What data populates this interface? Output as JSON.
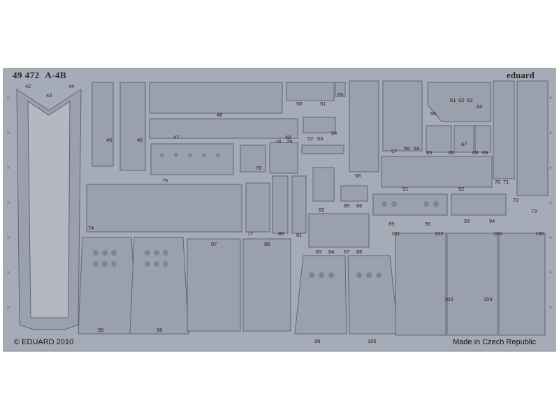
{
  "fret": {
    "set_number": "49 472",
    "model": "A-4B",
    "brand": "eduard",
    "copyright": "© EDUARD 2010",
    "origin": "Made in Czech Republic",
    "colors": {
      "fret": "#a6acb7",
      "etched": "#8f96a2",
      "border": "#5e6470",
      "background": "#ffffff"
    }
  },
  "part_numbers": [
    "42",
    "43",
    "44",
    "45",
    "46",
    "47",
    "48",
    "49",
    "50",
    "51",
    "52",
    "53",
    "54",
    "55",
    "56",
    "57",
    "58",
    "59",
    "60",
    "61",
    "62",
    "63",
    "64",
    "65",
    "66",
    "67",
    "68",
    "69",
    "70",
    "71",
    "72",
    "73",
    "74",
    "75",
    "76",
    "77",
    "78",
    "79",
    "80",
    "81",
    "82",
    "83",
    "84",
    "85",
    "86",
    "87",
    "88",
    "89",
    "90",
    "91",
    "92",
    "93",
    "94",
    "95",
    "96",
    "97",
    "98",
    "99",
    "100",
    "101",
    "102",
    "103",
    "104",
    "105",
    "106"
  ]
}
